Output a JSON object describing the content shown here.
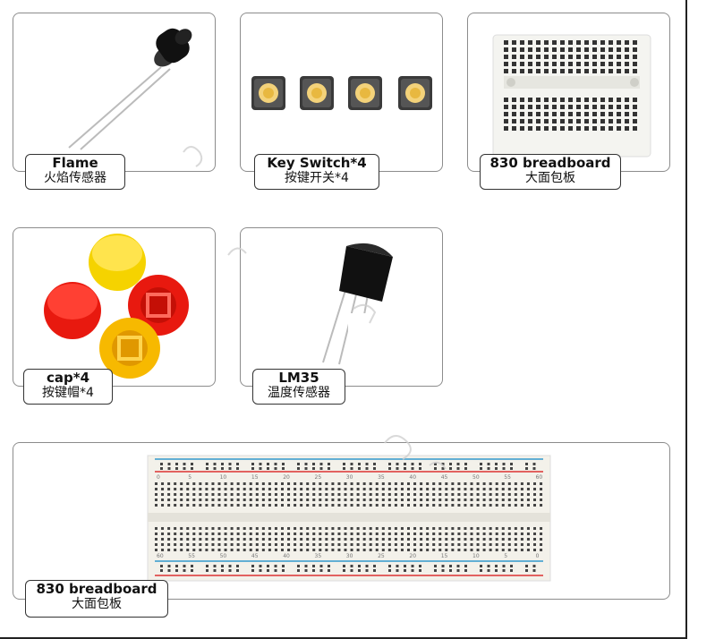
{
  "items": [
    {
      "en": "Flame",
      "zh": "火焰传感器"
    },
    {
      "en": "Key Switch*4",
      "zh": "按键开关*4"
    },
    {
      "en": "830 breadboard",
      "zh": "大面包板"
    },
    {
      "en": "cap*4",
      "zh": "按键帽*4"
    },
    {
      "en": "LM35",
      "zh": "温度传感器"
    },
    {
      "en": "830 breadboard",
      "zh": "大面包板"
    }
  ],
  "breadboard_top_numbers": [
    "0",
    "5",
    "10",
    "15",
    "20",
    "25",
    "30",
    "35",
    "40",
    "45",
    "50",
    "55",
    "60"
  ],
  "breadboard_bottom_numbers": [
    "60",
    "55",
    "50",
    "45",
    "40",
    "35",
    "30",
    "25",
    "20",
    "15",
    "10",
    "5",
    "0"
  ],
  "colors": {
    "cap_yellow": "#f5d300",
    "cap_red": "#e8190f",
    "cap_orange": "#f7b900",
    "rail_red": "#d33",
    "rail_blue": "#39c"
  }
}
